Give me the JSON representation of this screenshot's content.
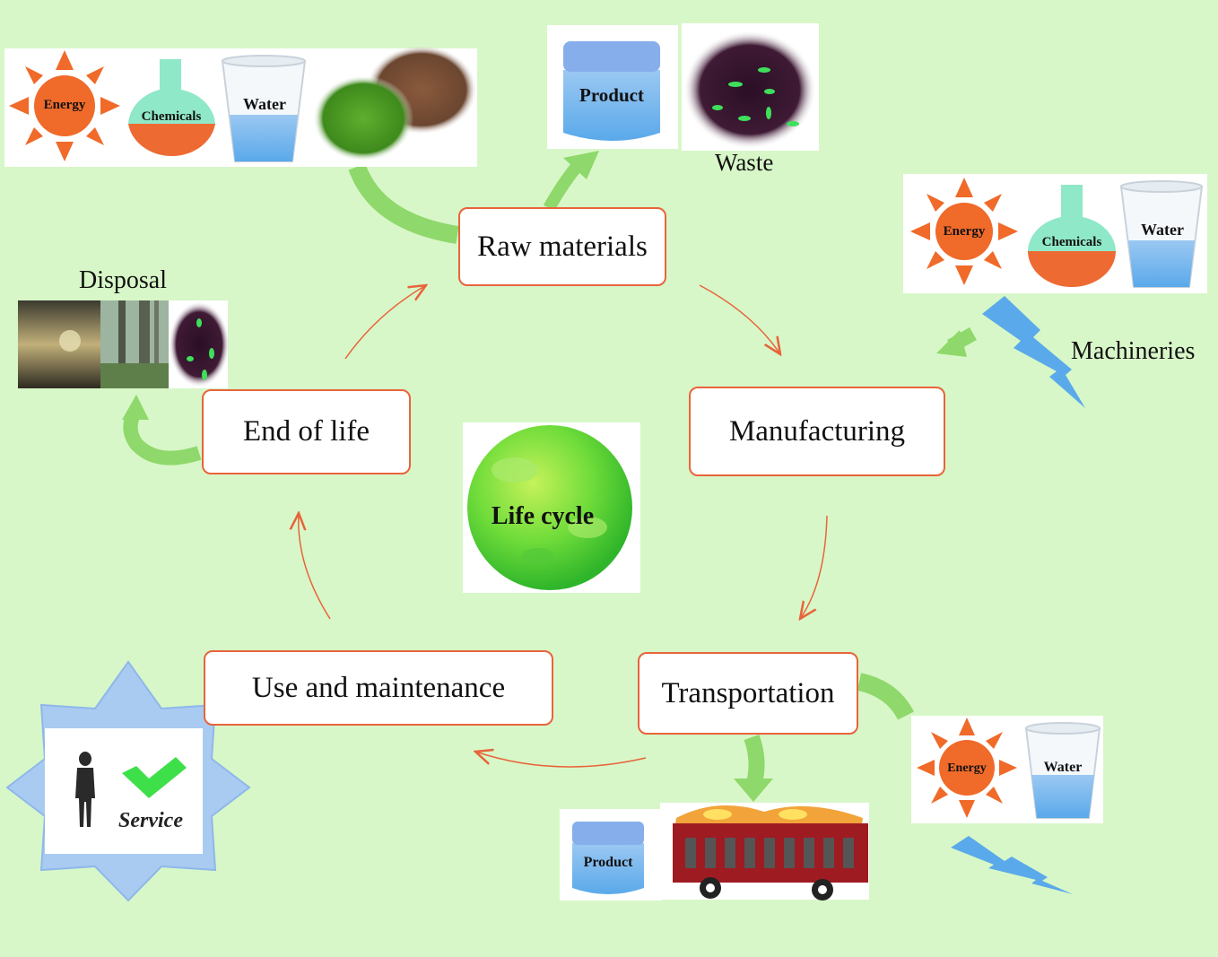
{
  "center": {
    "label": "Life cycle"
  },
  "stages": {
    "raw_materials": "Raw materials",
    "manufacturing": "Manufacturing",
    "transportation": "Transportation",
    "use_maintenance": "Use and maintenance",
    "end_of_life": "End of life"
  },
  "inputs": {
    "energy": "Energy",
    "chemicals": "Chemicals",
    "water": "Water"
  },
  "outputs": {
    "product": "Product",
    "waste": "Waste",
    "disposal": "Disposal",
    "machineries": "Machineries",
    "service": "Service"
  },
  "colors": {
    "background": "#d8f7c8",
    "stage_border": "#e8643a",
    "cycle_arrow": "#e8643a",
    "flow_arrow": "#8fd86b",
    "sun": "#f06a2a",
    "lightning": "#5aa9ea"
  }
}
